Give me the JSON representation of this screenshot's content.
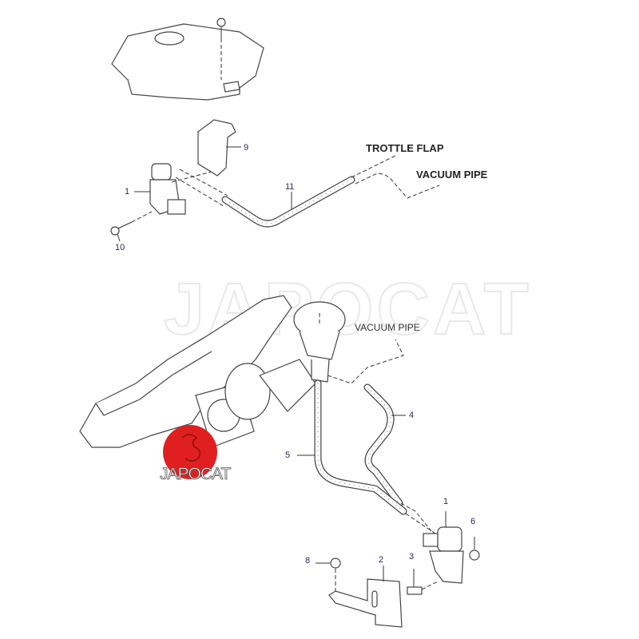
{
  "diagram": {
    "watermark": "JAPOCAT",
    "logo_text": "JAPOCAT",
    "logo_color": "#e02020",
    "top_section": {
      "callouts": {
        "trottle_flap": "TROTTLE FLAP",
        "vacuum_pipe": "VACUUM PIPE"
      },
      "part_numbers": {
        "solenoid": "1",
        "bracket": "9",
        "hose": "11",
        "bolt": "10"
      }
    },
    "bottom_section": {
      "callouts": {
        "vacuum_pipe": "VACUUM PIPE"
      },
      "part_numbers": {
        "hose_4": "4",
        "hose_5": "5",
        "solenoid": "1",
        "nut_6": "6",
        "nut_8": "8",
        "bracket": "2",
        "stud": "3"
      }
    }
  }
}
